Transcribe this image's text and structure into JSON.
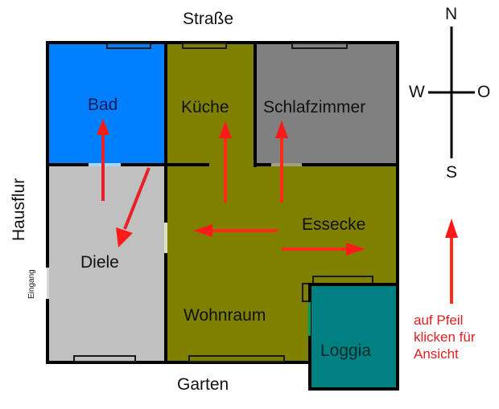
{
  "plan": {
    "street_label": "Straße",
    "garden_label": "Garten",
    "hallway_label": "Hausflur",
    "entrance_label": "Eingang"
  },
  "rooms": {
    "bad": {
      "label": "Bad",
      "color": "#0080FF"
    },
    "kueche": {
      "label": "Küche",
      "color": "#808000"
    },
    "schlafzimmer": {
      "label": "Schlafzimmer",
      "color": "#808080"
    },
    "diele": {
      "label": "Diele",
      "color": "#C0C0C0"
    },
    "essecke": {
      "label": "Essecke",
      "color": "#808000"
    },
    "wohnraum": {
      "label": "Wohnraum",
      "color": "#808000"
    },
    "loggia": {
      "label": "Loggia",
      "color": "#008080"
    }
  },
  "compass": {
    "north": "N",
    "south": "S",
    "west": "W",
    "east": "O"
  },
  "hint": {
    "line1": "auf Pfeil",
    "line2": "klicken für",
    "line3": "Ansicht"
  },
  "colors": {
    "arrow": "#FF1A1A",
    "wall": "#000000",
    "hint_text": "#E02020"
  },
  "arrows": [
    {
      "id": "to-bad",
      "direction": "north"
    },
    {
      "id": "to-diele",
      "direction": "southwest"
    },
    {
      "id": "to-kueche",
      "direction": "north"
    },
    {
      "id": "to-schlafzimmer",
      "direction": "north"
    },
    {
      "id": "to-west",
      "direction": "west"
    },
    {
      "id": "to-east",
      "direction": "east"
    },
    {
      "id": "legend-arrow",
      "direction": "north"
    }
  ]
}
